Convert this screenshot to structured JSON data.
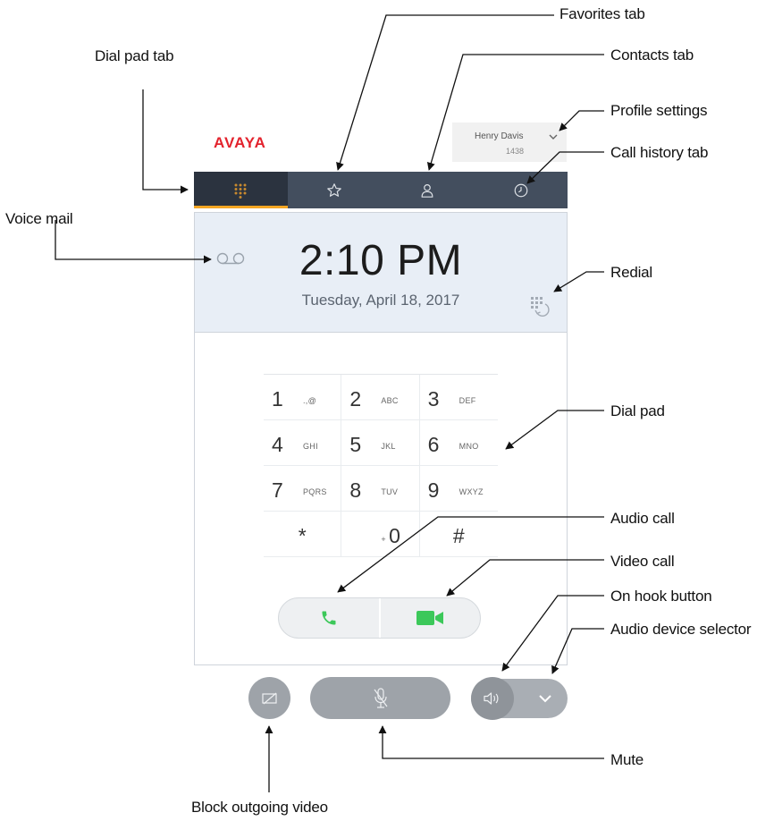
{
  "brand": "AVAYA",
  "profile": {
    "name": "Henry Davis",
    "extension": "1438"
  },
  "clock": {
    "time": "2:10 PM",
    "date": "Tuesday, April 18, 2017"
  },
  "keypad": [
    {
      "digit": "1",
      "letters": ".,@"
    },
    {
      "digit": "2",
      "letters": "ABC"
    },
    {
      "digit": "3",
      "letters": "DEF"
    },
    {
      "digit": "4",
      "letters": "GHI"
    },
    {
      "digit": "5",
      "letters": "JKL"
    },
    {
      "digit": "6",
      "letters": "MNO"
    },
    {
      "digit": "7",
      "letters": "PQRS"
    },
    {
      "digit": "8",
      "letters": "TUV"
    },
    {
      "digit": "9",
      "letters": "WXYZ"
    },
    {
      "digit": "*",
      "letters": ""
    },
    {
      "digit": "0",
      "letters": "+"
    },
    {
      "digit": "#",
      "letters": ""
    }
  ],
  "callouts": {
    "favorites_tab": "Favorites tab",
    "dial_pad_tab": "Dial pad tab",
    "contacts_tab": "Contacts tab",
    "profile_settings": "Profile settings",
    "call_history_tab": "Call history tab",
    "voice_mail": "Voice mail",
    "redial": "Redial",
    "dial_pad": "Dial pad",
    "audio_call": "Audio call",
    "video_call": "Video call",
    "on_hook_button": "On hook button",
    "audio_device_selector": "Audio device selector",
    "mute": "Mute",
    "block_outgoing_video": "Block outgoing video"
  },
  "icons": {
    "dialpad_tab": "dialpad-icon",
    "favorites_tab": "star-icon",
    "contacts_tab": "person-icon",
    "history_tab": "clock-icon",
    "voicemail": "voicemail-icon",
    "redial": "redial-icon",
    "audio_call": "phone-icon",
    "video_call": "video-camera-icon",
    "block_video": "video-off-icon",
    "mute": "microphone-off-icon",
    "on_hook": "speaker-icon",
    "device_selector": "chevron-down-icon"
  },
  "colors": {
    "brand": "#e3232d",
    "tabbar": "#434e5e",
    "tab_active": "#2b333f",
    "tab_indicator": "#f5a623",
    "call_green": "#3cc85a",
    "clock_bg": "#e8eef6"
  }
}
